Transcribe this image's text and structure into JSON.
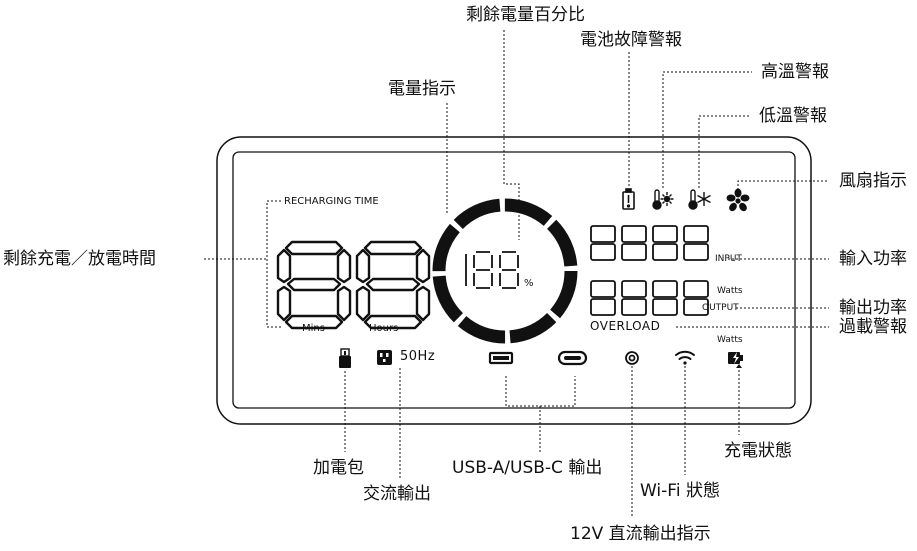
{
  "callouts": {
    "remaining_percent": "剩餘電量百分比",
    "battery_fault": "電池故障警報",
    "high_temp": "高溫警報",
    "power_level": "電量指示",
    "low_temp": "低溫警報",
    "fan": "風扇指示",
    "remaining_time": "剩餘充電／放電時間",
    "input_power": "輸入功率",
    "output_power": "輸出功率",
    "overload": "過載警報",
    "battery_pack": "加電包",
    "ac_output": "交流輸出",
    "usb_output": "USB-A/USB-C 輸出",
    "dc_output": "12V 直流輸出指示",
    "wifi": "Wi-Fi 狀態",
    "charging": "充電狀態"
  },
  "display": {
    "recharging_time": "RECHARGING TIME",
    "mins": "Mins",
    "hours": "Hours",
    "percent_symbol": "%",
    "input": "INPUT",
    "output": "OUTPUT",
    "watts": "Watts",
    "overload": "OVERLOAD",
    "ac_frequency": "50Hz"
  },
  "icons": [
    "battery-fault-icon",
    "high-temp-icon",
    "low-temp-icon",
    "fan-icon",
    "battery-pack-icon",
    "ac-outlet-icon",
    "usb-a-icon",
    "usb-c-icon",
    "dc-port-icon",
    "wifi-icon",
    "charging-icon"
  ]
}
